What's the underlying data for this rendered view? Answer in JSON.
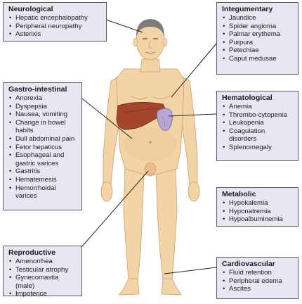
{
  "colors": {
    "box_fill": "#e9e6f1",
    "box_border": "#5a5a6e",
    "skin": "#f3d4a7",
    "skin_shade": "#e3b986",
    "liver": "#a4452c",
    "spleen": "#b8a6d6",
    "hair": "#7c7c7c",
    "leader_line": "#222222"
  },
  "icons": [
    "male-figure-illustration",
    "liver-organ",
    "spleen-organ"
  ],
  "boxes": {
    "neurological": {
      "title": "Neurological",
      "items": [
        "Hepatic encephalopathy",
        "Peripheral neuropathy",
        "Asterixis"
      ]
    },
    "integumentary": {
      "title": "Integumentary",
      "items": [
        "Jaundice",
        "Spider angioma",
        "Palmar erythema",
        "Purpura",
        "Petechiae",
        "Caput medusae"
      ]
    },
    "gastro": {
      "title": "Gastro-intestinal",
      "items": [
        "Anorexia",
        "Dyspepsia",
        "Nausea, vomiting",
        "Change in bowel habits",
        "Dull abdominal pain",
        "Fetor hepaticus",
        "Esophageal and gastric varices",
        "Gastritis",
        "Hematemesis",
        "Hemorrhoidal varices"
      ]
    },
    "hematological": {
      "title": "Hematological",
      "items": [
        "Anemia",
        "Thrombo-cytopenia",
        "Leukopenia",
        "Coagulation disorders",
        "Splenomegaly"
      ]
    },
    "metabolic": {
      "title": "Metabolic",
      "items": [
        "Hypokalemia",
        "Hyponatremia",
        "Hypoalbuminemia"
      ]
    },
    "reproductive": {
      "title": "Reproductive",
      "items": [
        "Amenorrhea",
        "Testicular atrophy",
        "Gynecomastia (male)",
        "Impotence"
      ]
    },
    "cardiovascular": {
      "title": "Cardiovascular",
      "items": [
        "Fluid retention",
        "Peripheral edema",
        "Ascites"
      ]
    }
  }
}
